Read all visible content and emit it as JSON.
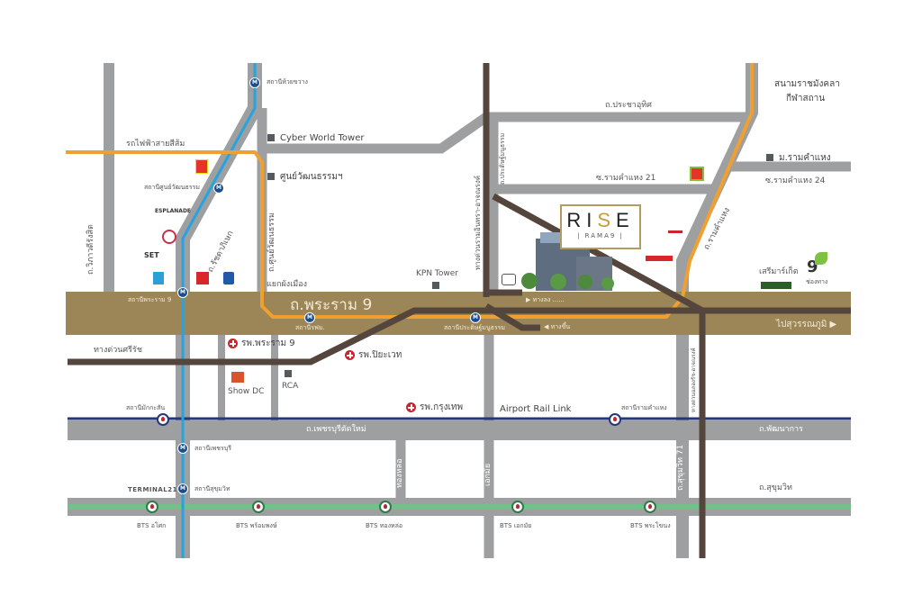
{
  "colors": {
    "road": "#9d9fa1",
    "main_road_band": "#9c8556",
    "expressway": "#55463d",
    "orange_line": "#f0a030",
    "mrt_blue_line": "#27a3e0",
    "airport_rail_link": "#26367a",
    "bts_green_line": "#72c08a",
    "hospital": "#c8262e",
    "logo_gold": "#c69b3a"
  },
  "project": {
    "name_prefix": "RI",
    "name_gold": "S",
    "name_suffix": "E",
    "subtitle": "| RAMA9 |"
  },
  "main_road": {
    "name": "ถ.พระราม 9",
    "direction_label": "ไปสุวรรณภูมิ ▶",
    "exit_down": "▶ ทางลง ......",
    "exit_up": "◀ ทางขึ้น"
  },
  "rail_lines": {
    "orange_line_label": "รถไฟฟ้าสายสีส้ม",
    "airport_rail_link_label": "Airport Rail Link"
  },
  "expressways": {
    "sirat": "ทางด่วนศรีรัช",
    "chalong_rat_vertical": "ทางด่วนรามอินทรา-อาจณรงค์",
    "chaloem_maha_nakhon": "ทางด่วนฉลองรัช-อาจณรงค์"
  },
  "roads": {
    "vibhavadi": "ถ.วิภาวดีรังสิต",
    "ratchadaphisek": "ถ.รัชดาภิเษก",
    "thiam_ruam_mit": "ถ.ศูนย์วัฒนธรรม",
    "pracha_uthit": "ถ.ประชาอุทิศ",
    "pracha_songkhro": "ถ.ประดิษฐ์มนูธรรม",
    "ramkhamhaeng_21": "ซ.รามคำแหง 21",
    "ramkhamhaeng_24": "ซ.รามคำแหง 24",
    "ramkhamhaeng": "ถ.รามคำแหง",
    "phetchaburi": "ถ.เพชรบุรีตัดใหม่",
    "phatthanakan": "ถ.พัฒนาการ",
    "sukhumvit": "ถ.สุขุมวิท",
    "sukhumvit_71": "ถ.สุขุมวิท 71",
    "thonglor": "ทองหล่อ",
    "ekkamai": "เอกมัย",
    "phraram9_junction": "แยกผังเมือง"
  },
  "mrt_stations": [
    {
      "name": "สถานีห้วยขวาง"
    },
    {
      "name": "สถานีศูนย์วัฒนธรรม"
    },
    {
      "name": "สถานีพระราม 9"
    },
    {
      "name": "สถานีรฟม."
    },
    {
      "name": "สถานีประดิษฐ์มนูธรรม"
    },
    {
      "name": "สถานีเพชรบุรี"
    },
    {
      "name": "สถานีสุขุมวิท"
    }
  ],
  "arl_stations": [
    {
      "name": "สถานีมักกะสัน"
    },
    {
      "name": "สถานีรามคำแหง"
    }
  ],
  "bts_stations": [
    {
      "name": "BTS อโศก"
    },
    {
      "name": "BTS พร้อมพงษ์"
    },
    {
      "name": "BTS ทองหล่อ"
    },
    {
      "name": "BTS เอกมัย"
    },
    {
      "name": "BTS พระโขนง"
    }
  ],
  "landmarks": {
    "cyber_world": "Cyber World Tower",
    "cultural_center": "ศูนย์วัฒนธรรมฯ",
    "kpn_tower": "KPN Tower",
    "rca": "RCA",
    "show_dc": "Show DC",
    "rajamangala_line1": "สนามราชมังคลา",
    "rajamangala_line2": "กีฬาสถาน",
    "ramkhamhaeng_univ": "ม.รามคำแหง",
    "terminal21": "TERMINAL21",
    "esplanade": "ESPLANADE",
    "set": "SET",
    "serimarket": "เสรีมาร์เก็ต",
    "nine_label": "9",
    "nine_sub": "ช่องทาง"
  },
  "hospitals": [
    {
      "name": "รพ.พระราม 9"
    },
    {
      "name": "รพ.ปิยะเวท"
    },
    {
      "name": "รพ.กรุงเทพ"
    }
  ]
}
